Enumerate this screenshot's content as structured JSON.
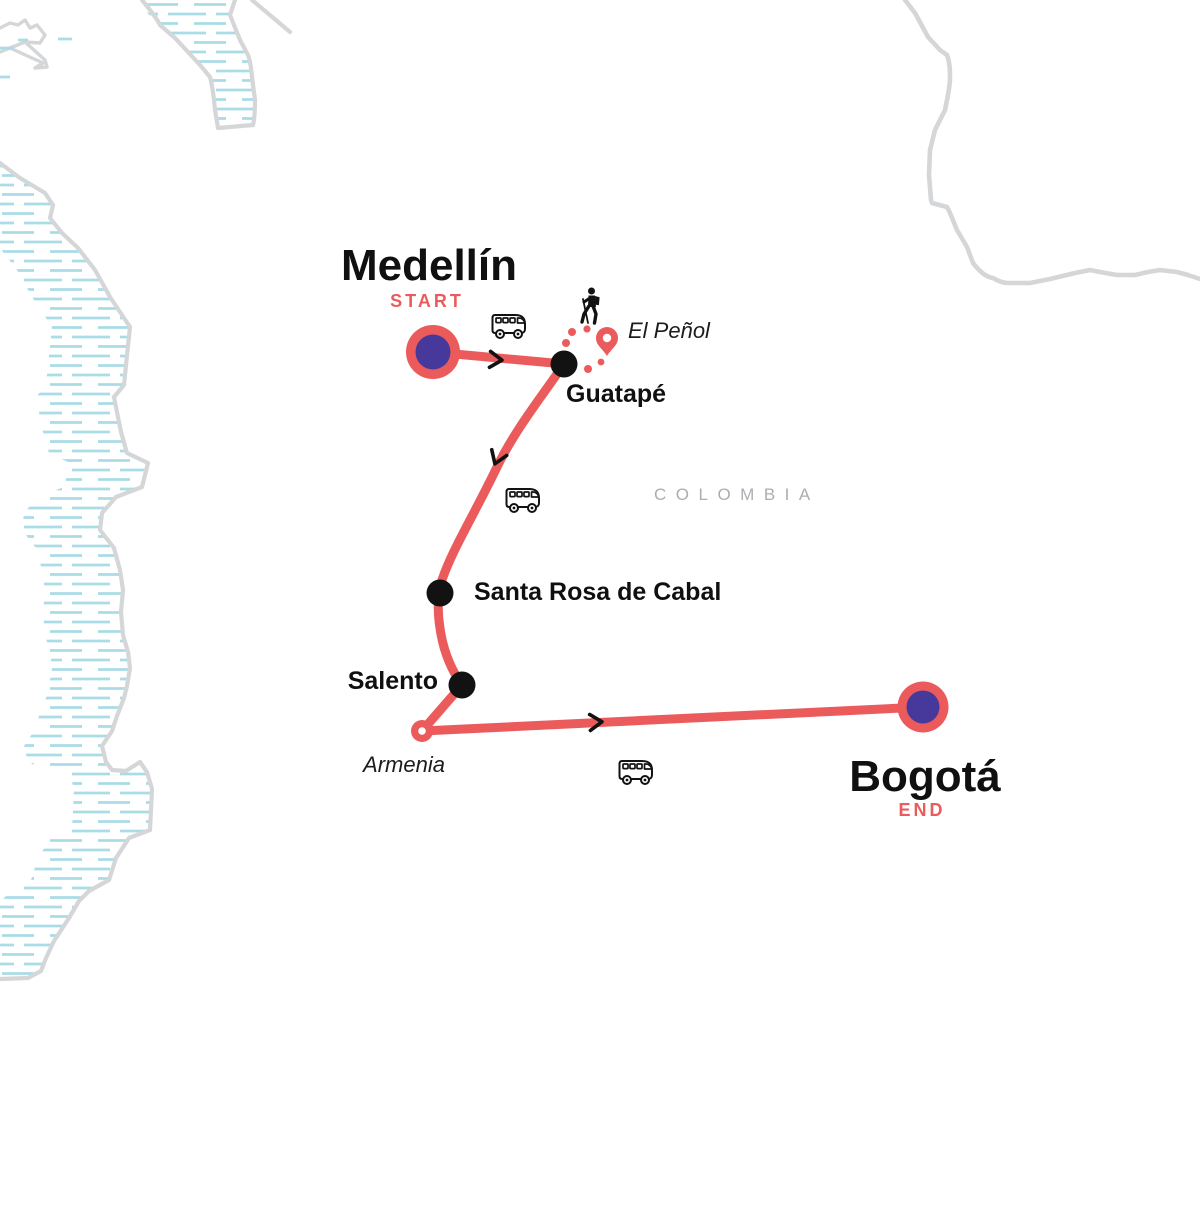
{
  "region_label": "COLOMBIA",
  "stops": {
    "medellin": {
      "name": "Medellín",
      "tag": "START",
      "marker": "start-circle"
    },
    "guatape": {
      "name": "Guatapé",
      "marker": "city-dot"
    },
    "el_penol": {
      "name": "El Peñol",
      "marker": "excursion-pin"
    },
    "santa_rosa": {
      "name": "Santa Rosa de Cabal",
      "marker": "city-dot"
    },
    "salento": {
      "name": "Salento",
      "marker": "city-dot"
    },
    "armenia": {
      "name": "Armenia",
      "marker": "waypoint-ring"
    },
    "bogota": {
      "name": "Bogotá",
      "tag": "END",
      "marker": "end-circle"
    }
  },
  "route_legs": [
    {
      "from": "Medellín",
      "to": "Guatapé",
      "transport": "bus"
    },
    {
      "from": "Guatapé",
      "to": "El Peñol",
      "transport": "hike",
      "style": "dotted-excursion"
    },
    {
      "from": "Guatapé",
      "to": "Santa Rosa de Cabal",
      "transport": "bus"
    },
    {
      "from": "Santa Rosa de Cabal",
      "to": "Salento",
      "transport": null
    },
    {
      "from": "Salento",
      "to": "Armenia",
      "transport": null
    },
    {
      "from": "Armenia",
      "to": "Bogotá",
      "transport": "bus"
    }
  ],
  "icons": {
    "bus": "bus-icon",
    "hiker": "hiker-icon",
    "chevron": "direction-chevron",
    "bus_count": 3,
    "chevron_count": 3
  },
  "colors": {
    "route": "#ec5b5c",
    "purple": "#47399b",
    "ink": "#101010",
    "mapline": "#d4d6d8",
    "water": "#a9dce6",
    "region": "#a9aeb4"
  }
}
